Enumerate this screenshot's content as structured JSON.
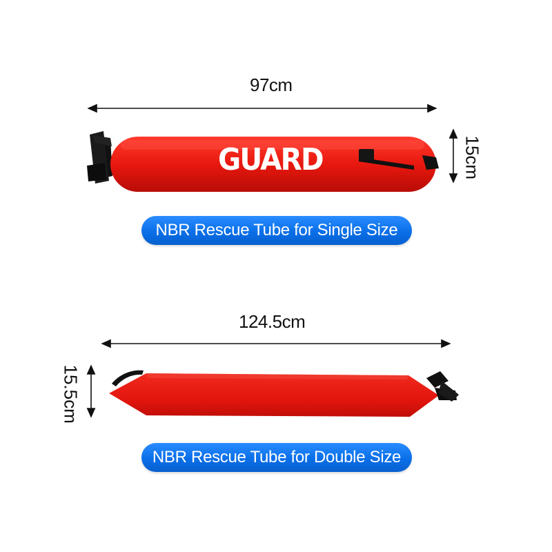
{
  "single": {
    "length": "97cm",
    "height": "15cm",
    "brand_text": "GUARD",
    "caption": "NBR Rescue Tube for Single Size",
    "tube_color": "#e8180f"
  },
  "double": {
    "length": "124.5cm",
    "height": "15.5cm",
    "caption": "NBR Rescue Tube for Double Size",
    "tube_color": "#e3150e"
  },
  "caption_color": "#0a6fe8"
}
